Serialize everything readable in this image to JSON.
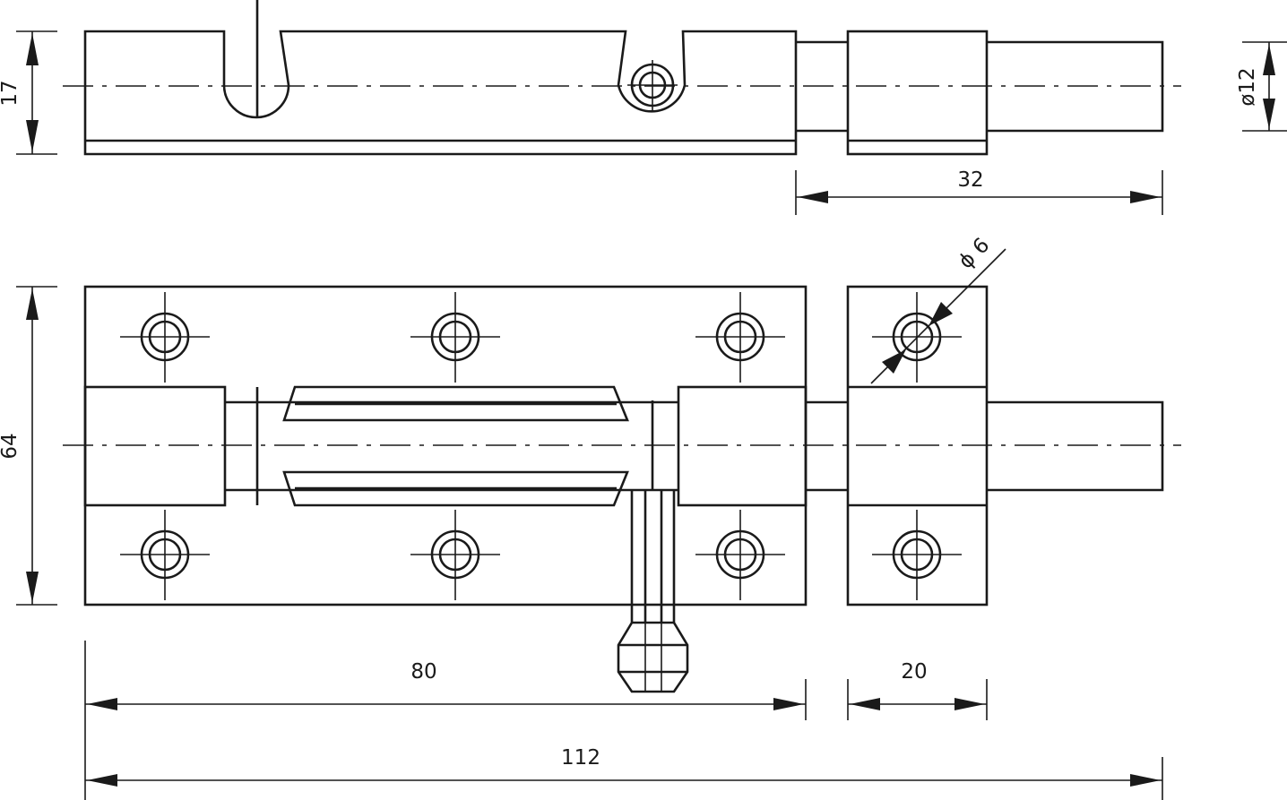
{
  "dimensions": {
    "height_top": "17",
    "diameter_rod": "ø12",
    "bolt_extension": "32",
    "diameter_hole": "ϕ 6",
    "height_plate": "64",
    "plate_length": "80",
    "keeper_length": "20",
    "total_length": "112"
  }
}
